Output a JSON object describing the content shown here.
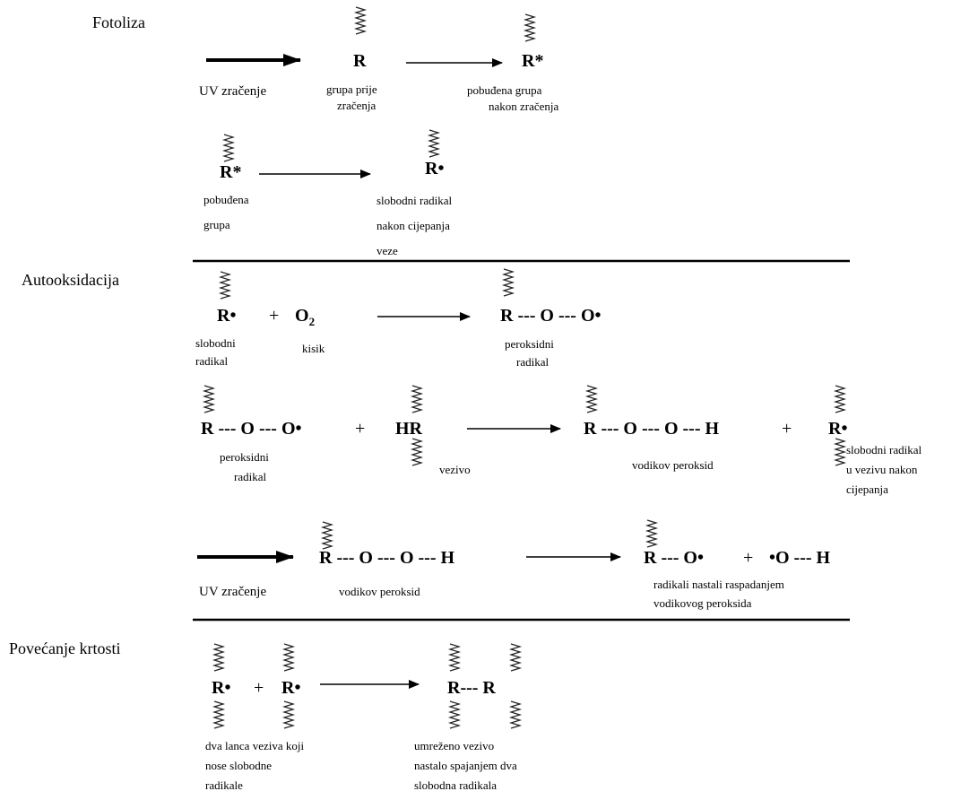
{
  "sections": {
    "photolysis": "Fotoliza",
    "autoxidation": "Autooksidacija",
    "brittleness": "Povećanje krtosti"
  },
  "photolysis": {
    "r1": {
      "uv_label": "UV zračenje",
      "reactant": "R",
      "reactant_label": [
        "grupa prije",
        "zračenja"
      ],
      "product": "R*",
      "product_label": [
        "pobuđena grupa",
        "nakon zračenja"
      ]
    },
    "r2": {
      "reactant": "R*",
      "reactant_label": [
        "pobuđena",
        "grupa"
      ],
      "product": "R•",
      "product_label": [
        "slobodni radikal",
        "nakon cijepanja",
        "veze"
      ]
    }
  },
  "autoxidation": {
    "r1": {
      "reactant_a": "R•",
      "plus": "+",
      "reactant_b": "O",
      "reactant_b_sub": "2",
      "reactant_a_label": [
        "slobodni",
        "radikal"
      ],
      "reactant_b_label": "kisik",
      "product": "R --- O --- O•",
      "product_label": [
        "peroksidni",
        "radikal"
      ]
    },
    "r2": {
      "reactant_a": "R --- O --- O•",
      "plus1": "+",
      "reactant_b": "HR",
      "reactant_a_label": [
        "peroksidni",
        "radikal"
      ],
      "reactant_b_label": "vezivo",
      "product_a": "R --- O --- O --- H",
      "plus2": "+",
      "product_b": "R•",
      "product_a_label": "vodikov peroksid",
      "product_b_label": [
        "slobodni radikal",
        "u vezivu nakon",
        "cijepanja"
      ]
    },
    "r3": {
      "uv_label": "UV zračenje",
      "reactant": "R --- O --- O --- H",
      "reactant_label": "vodikov peroksid",
      "product_a": "R --- O•",
      "plus": "+",
      "product_b": "•O --- H",
      "product_label": [
        "radikali nastali raspadanjem",
        "vodikovog peroksida"
      ]
    }
  },
  "brittleness": {
    "reactant_a": "R•",
    "plus": "+",
    "reactant_b": "R•",
    "reactant_label": [
      "dva lanca veziva koji",
      "nose slobodne",
      "radikale"
    ],
    "product": "R--- R",
    "product_label": [
      "umreženo vezivo",
      "nastalo spajanjem dva",
      "slobodna radikala"
    ]
  }
}
